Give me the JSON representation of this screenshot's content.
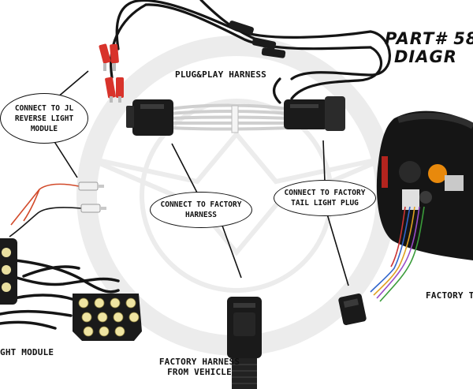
{
  "title": {
    "line1": "PART# 58",
    "line2": "DIAGR"
  },
  "captions": {
    "harness": "PLUG&PLAY HARNESS",
    "factory_harness_line1": "FACTORY HARNESS",
    "factory_harness_line2": "FROM VEHICLE",
    "factory_tail": "FACTORY TA",
    "light_module": "GHT MODULE"
  },
  "callouts": {
    "reverse": {
      "line1": "CONNECT TO JL",
      "line2": "REVERSE LIGHT",
      "line3": "MODULE"
    },
    "factory_harness": {
      "line1": "CONNECT TO FACTORY",
      "line2": "HARNESS"
    },
    "tail_plug": {
      "line1": "CONNECT TO FACTORY",
      "line2": "TAIL LIGHT PLUG"
    }
  },
  "colors": {
    "wire": "#141414",
    "plug_white": "#e6e6e6",
    "terminal_red": "#d8332b",
    "lens_amber": "#e8890c",
    "led_yellow": "#f1e6a0",
    "watermark": "#ebebeb"
  }
}
